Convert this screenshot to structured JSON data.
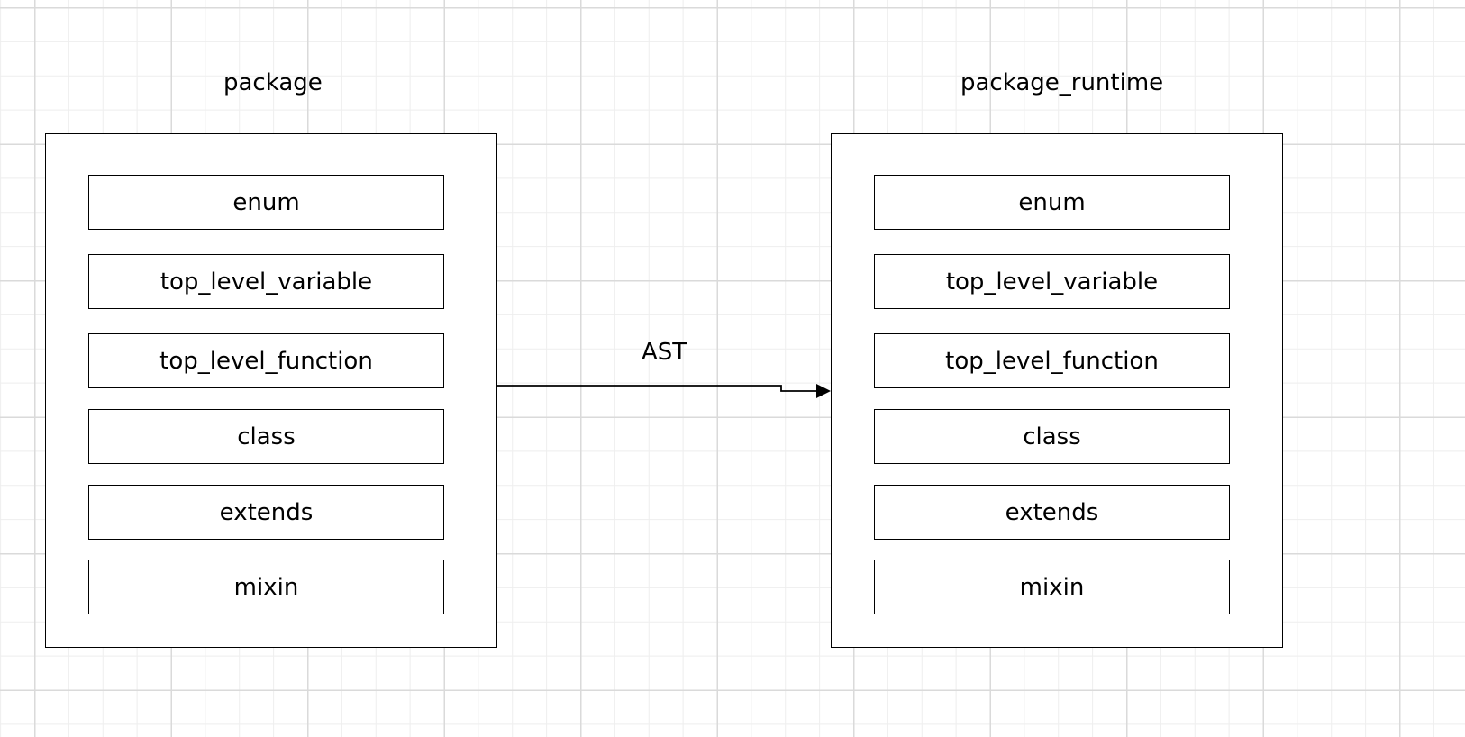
{
  "left_group": {
    "title": "package",
    "items": [
      "enum",
      "top_level_variable",
      "top_level_function",
      "class",
      "extends",
      "mixin"
    ]
  },
  "right_group": {
    "title": "package_runtime",
    "items": [
      "enum",
      "top_level_variable",
      "top_level_function",
      "class",
      "extends",
      "mixin"
    ]
  },
  "edge": {
    "label": "AST"
  }
}
